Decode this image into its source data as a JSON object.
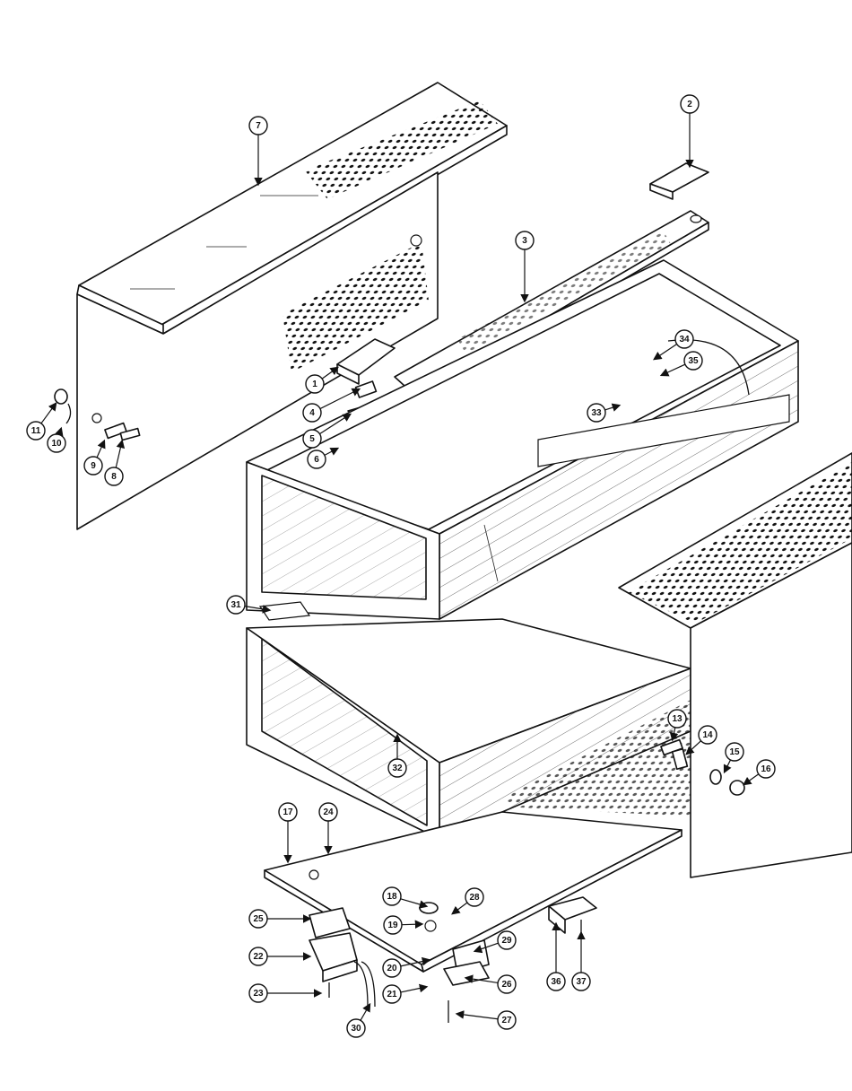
{
  "figure": {
    "callouts": [
      "1",
      "2",
      "3",
      "4",
      "5",
      "6",
      "7",
      "8",
      "9",
      "10",
      "11",
      "13",
      "14",
      "15",
      "16",
      "17",
      "18",
      "19",
      "20",
      "21",
      "22",
      "23",
      "24",
      "25",
      "26",
      "27",
      "28",
      "29",
      "30",
      "31",
      "32",
      "33",
      "34",
      "35",
      "36",
      "37"
    ]
  }
}
